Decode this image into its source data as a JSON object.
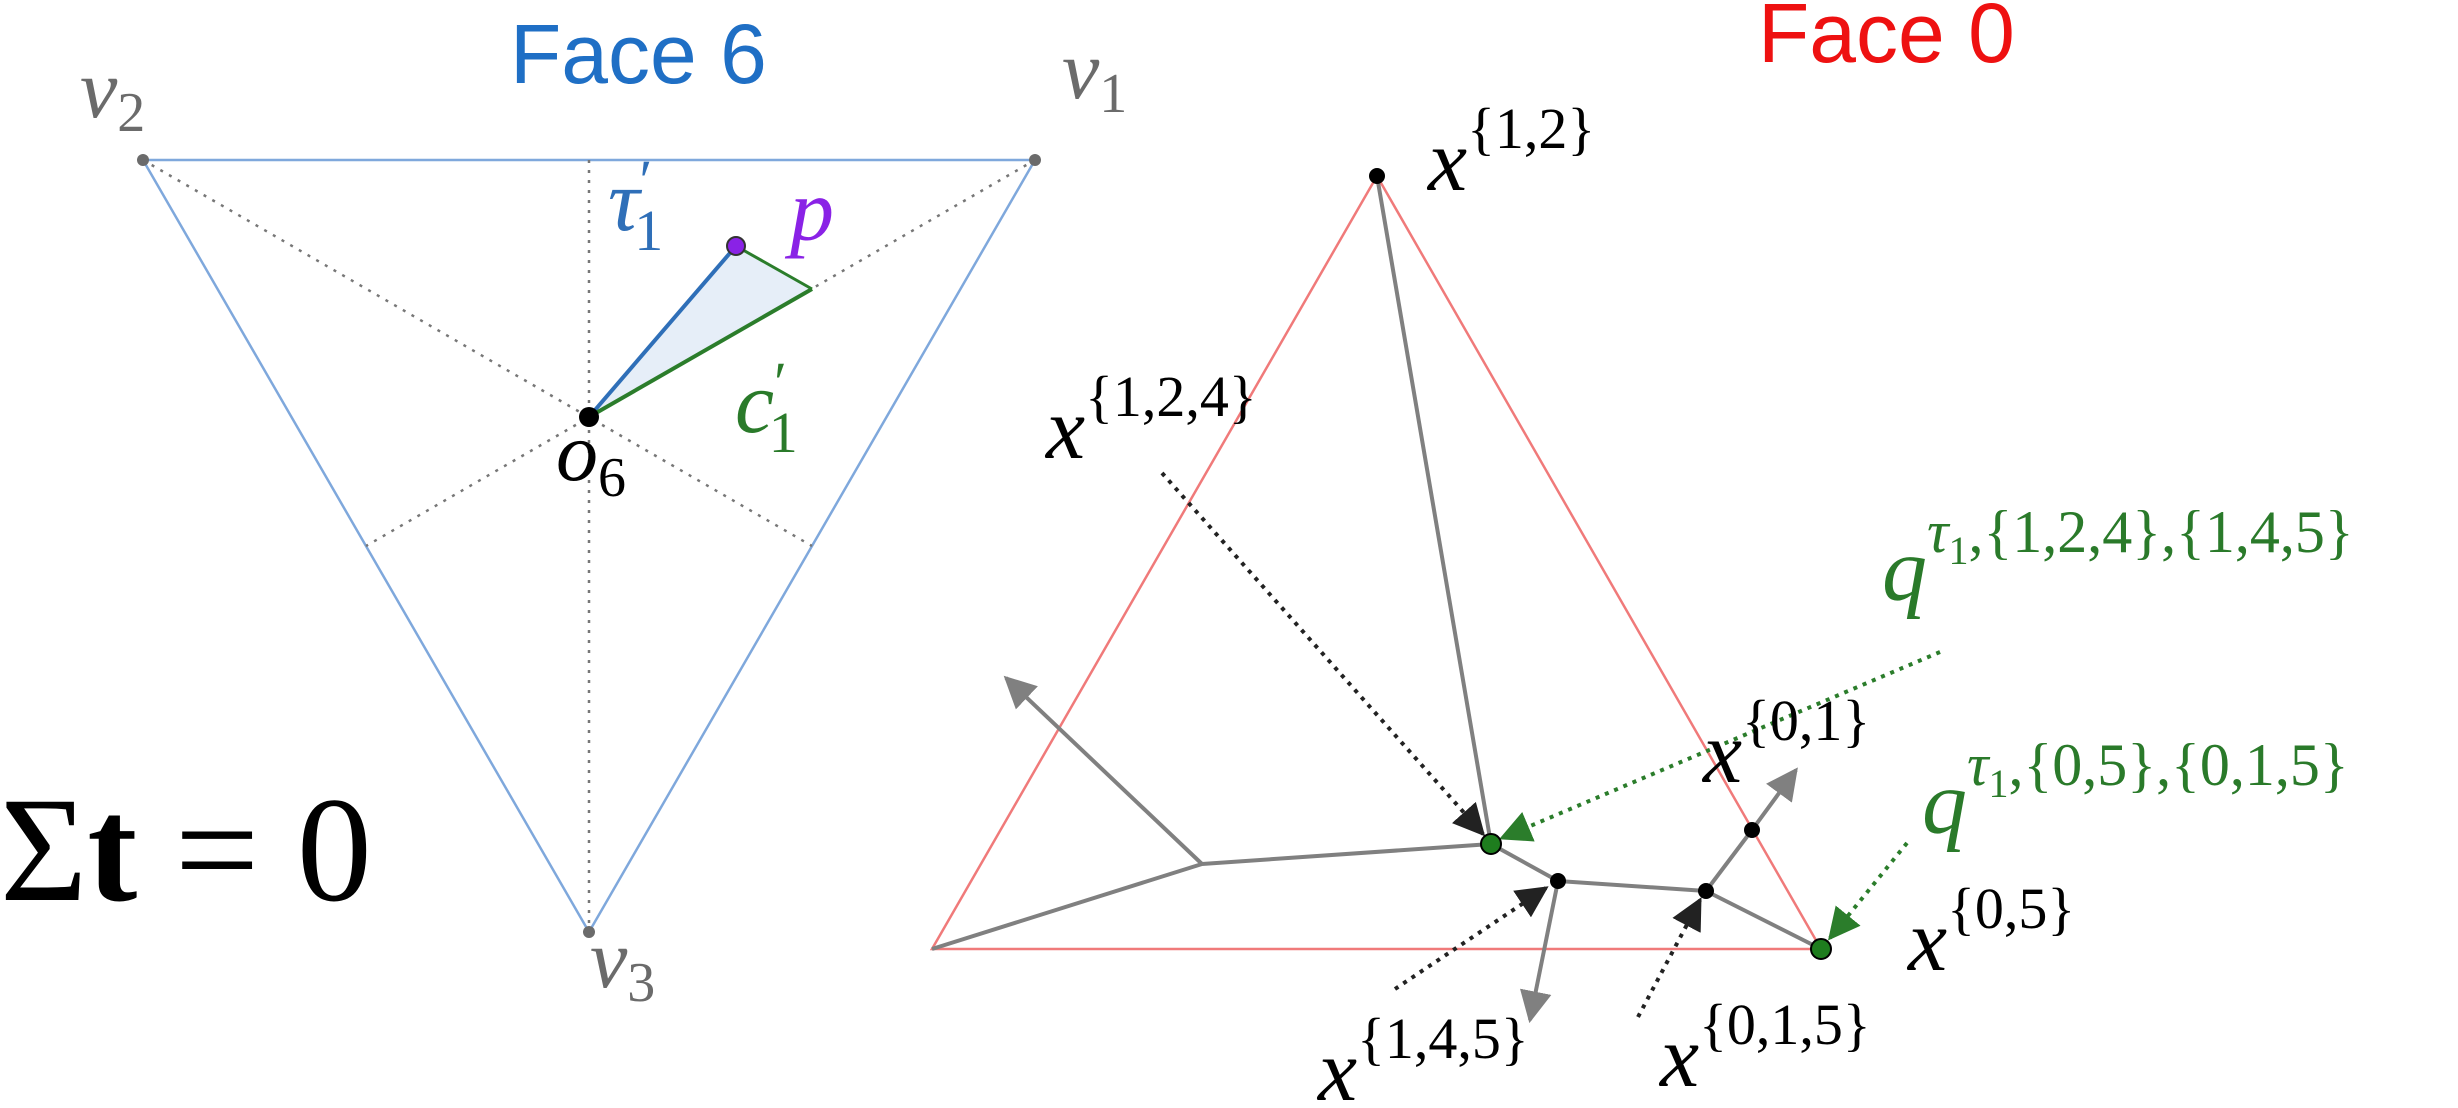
{
  "colors": {
    "face6": "#1f6fc5",
    "face0": "#ee1111",
    "face6_edge": "#7fa8dc",
    "face0_edge": "#f07a7a",
    "gray_line": "#808080",
    "dotted_gray": "#777777",
    "green_label": "#2a7a2a",
    "green_edge": "#2b7d2b",
    "tau_blue": "#2f6fb8",
    "purple": "#8a22e6",
    "cell_fill": "#e6eef8",
    "vertex_gray": "#6b6b6b"
  },
  "left": {
    "title": "Face 6",
    "v1": {
      "base": "v",
      "sub": "1"
    },
    "v2": {
      "base": "v",
      "sub": "2"
    },
    "v3": {
      "base": "v",
      "sub": "3"
    },
    "o6": {
      "base": "o",
      "sub": "6"
    },
    "p": "p",
    "tau": {
      "base": "τ",
      "prime": "′",
      "sub": "1"
    },
    "c": {
      "base": "c",
      "prime": "′",
      "sub": "1"
    }
  },
  "sum_label": {
    "sigma": "Σ",
    "t": "t",
    "rest": " = 0"
  },
  "right": {
    "title": "Face 0",
    "x12": {
      "base": "x",
      "sup": "{1,2}"
    },
    "x124": {
      "base": "x",
      "sup": "{1,2,4}"
    },
    "x01": {
      "base": "x",
      "sup": "{0,1}"
    },
    "x05": {
      "base": "x",
      "sup": "{0,5}"
    },
    "x145": {
      "base": "x",
      "sup": "{1,4,5}"
    },
    "x015": {
      "base": "x",
      "sup": "{0,1,5}"
    },
    "q1": {
      "base": "q",
      "sup_tau": "τ",
      "sup_tau_sub": "1",
      "sup_rest": ",{1,2,4},{1,4,5}"
    },
    "q2": {
      "base": "q",
      "sup_tau": "τ",
      "sup_tau_sub": "1",
      "sup_rest": ",{0,5},{0,1,5}"
    }
  }
}
